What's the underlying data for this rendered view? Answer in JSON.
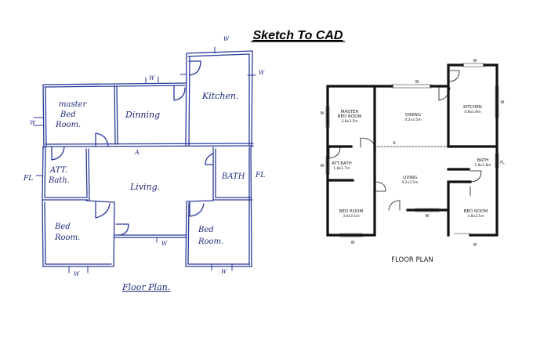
{
  "title": "Sketch To CAD",
  "sketch": {
    "caption": "Floor Plan.",
    "rooms": {
      "master": [
        "master",
        "Bed",
        "Room."
      ],
      "dining": "Dinning",
      "kitchen": "Kitchen.",
      "att_bath": [
        "ATT.",
        "Bath."
      ],
      "living": "Living.",
      "bath": "BATH",
      "bed_left": [
        "Bed",
        "Room."
      ],
      "bed_right": [
        "Bed",
        "Room."
      ]
    },
    "marks": {
      "w": "W",
      "a": "A",
      "fl": "FL"
    }
  },
  "cad": {
    "caption": "FLOOR PLAN",
    "rooms": {
      "master": {
        "name": [
          "MASTER",
          "BED ROOM"
        ],
        "dims": "3.8x3.5m"
      },
      "dining": {
        "name": "DINING",
        "dims": "4.2x3.5m"
      },
      "kitchen": {
        "name": "KITCHEN",
        "dims": "4.8x3.8m"
      },
      "att_bath": {
        "name": "ATT.BATH",
        "dims": "1.8x1.7m"
      },
      "living": {
        "name": "LIVING",
        "dims": "4.2x3.5m"
      },
      "bath": {
        "name": "BATH",
        "dims": "1.8x1.8m"
      },
      "bed_left": {
        "name": "BED ROOM",
        "dims": "3.0x3.1m"
      },
      "bed_right": {
        "name": "BED ROOM",
        "dims": "4.8x3.1m"
      }
    },
    "marks": {
      "w": "W",
      "a": "A",
      "fl": "FL"
    }
  }
}
